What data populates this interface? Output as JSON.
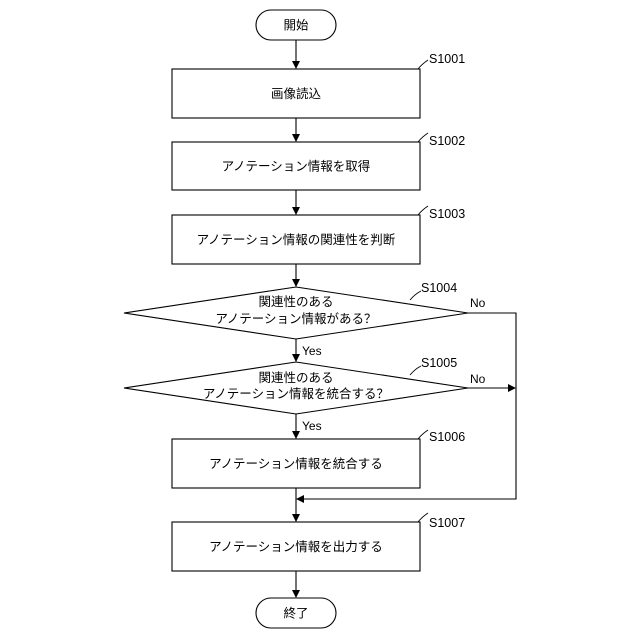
{
  "nodes": {
    "start": {
      "text": "開始"
    },
    "s1001": {
      "step": "S1001",
      "text": "画像読込"
    },
    "s1002": {
      "step": "S1002",
      "text": "アノテーション情報を取得"
    },
    "s1003": {
      "step": "S1003",
      "text": "アノテーション情報の関連性を判断"
    },
    "s1004": {
      "step": "S1004",
      "line1": "関連性のある",
      "line2": "アノテーション情報がある？",
      "yes": "Yes",
      "no": "No"
    },
    "s1005": {
      "step": "S1005",
      "line1": "関連性のある",
      "line2": "アノテーション情報を統合する？",
      "yes": "Yes",
      "no": "No"
    },
    "s1006": {
      "step": "S1006",
      "text": "アノテーション情報を統合する"
    },
    "s1007": {
      "step": "S1007",
      "text": "アノテーション情報を出力する"
    },
    "end": {
      "text": "終了"
    }
  }
}
